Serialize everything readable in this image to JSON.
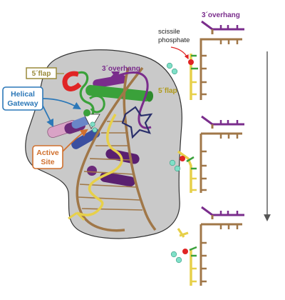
{
  "labels": {
    "three_overhang_left": "3´overhang",
    "five_flap_box": "5´flap",
    "helical_gateway_line1": "Helical",
    "helical_gateway_line2": "Gateway",
    "active_site_line1": "Active",
    "active_site_line2": "Site",
    "three_overhang_right": "3´overhang",
    "scissile_line1": "scissile",
    "scissile_line2": "phosphate",
    "five_flap_right": "5´flap"
  },
  "colors": {
    "surface": "#c9c9c9",
    "purple": "#7a2d8c",
    "brown": "#a07748",
    "yellow": "#e7d04a",
    "green": "#3aa13a",
    "red": "#e02424",
    "mint": "#7fe0c8",
    "label_yellow": "#b09a1a",
    "box_five_flap": "#9a8a3a",
    "box_helical": "#2c78b8",
    "box_active": "#d0702e",
    "arrow_blue": "#2c78b8",
    "arrow_grey": "#555555"
  }
}
